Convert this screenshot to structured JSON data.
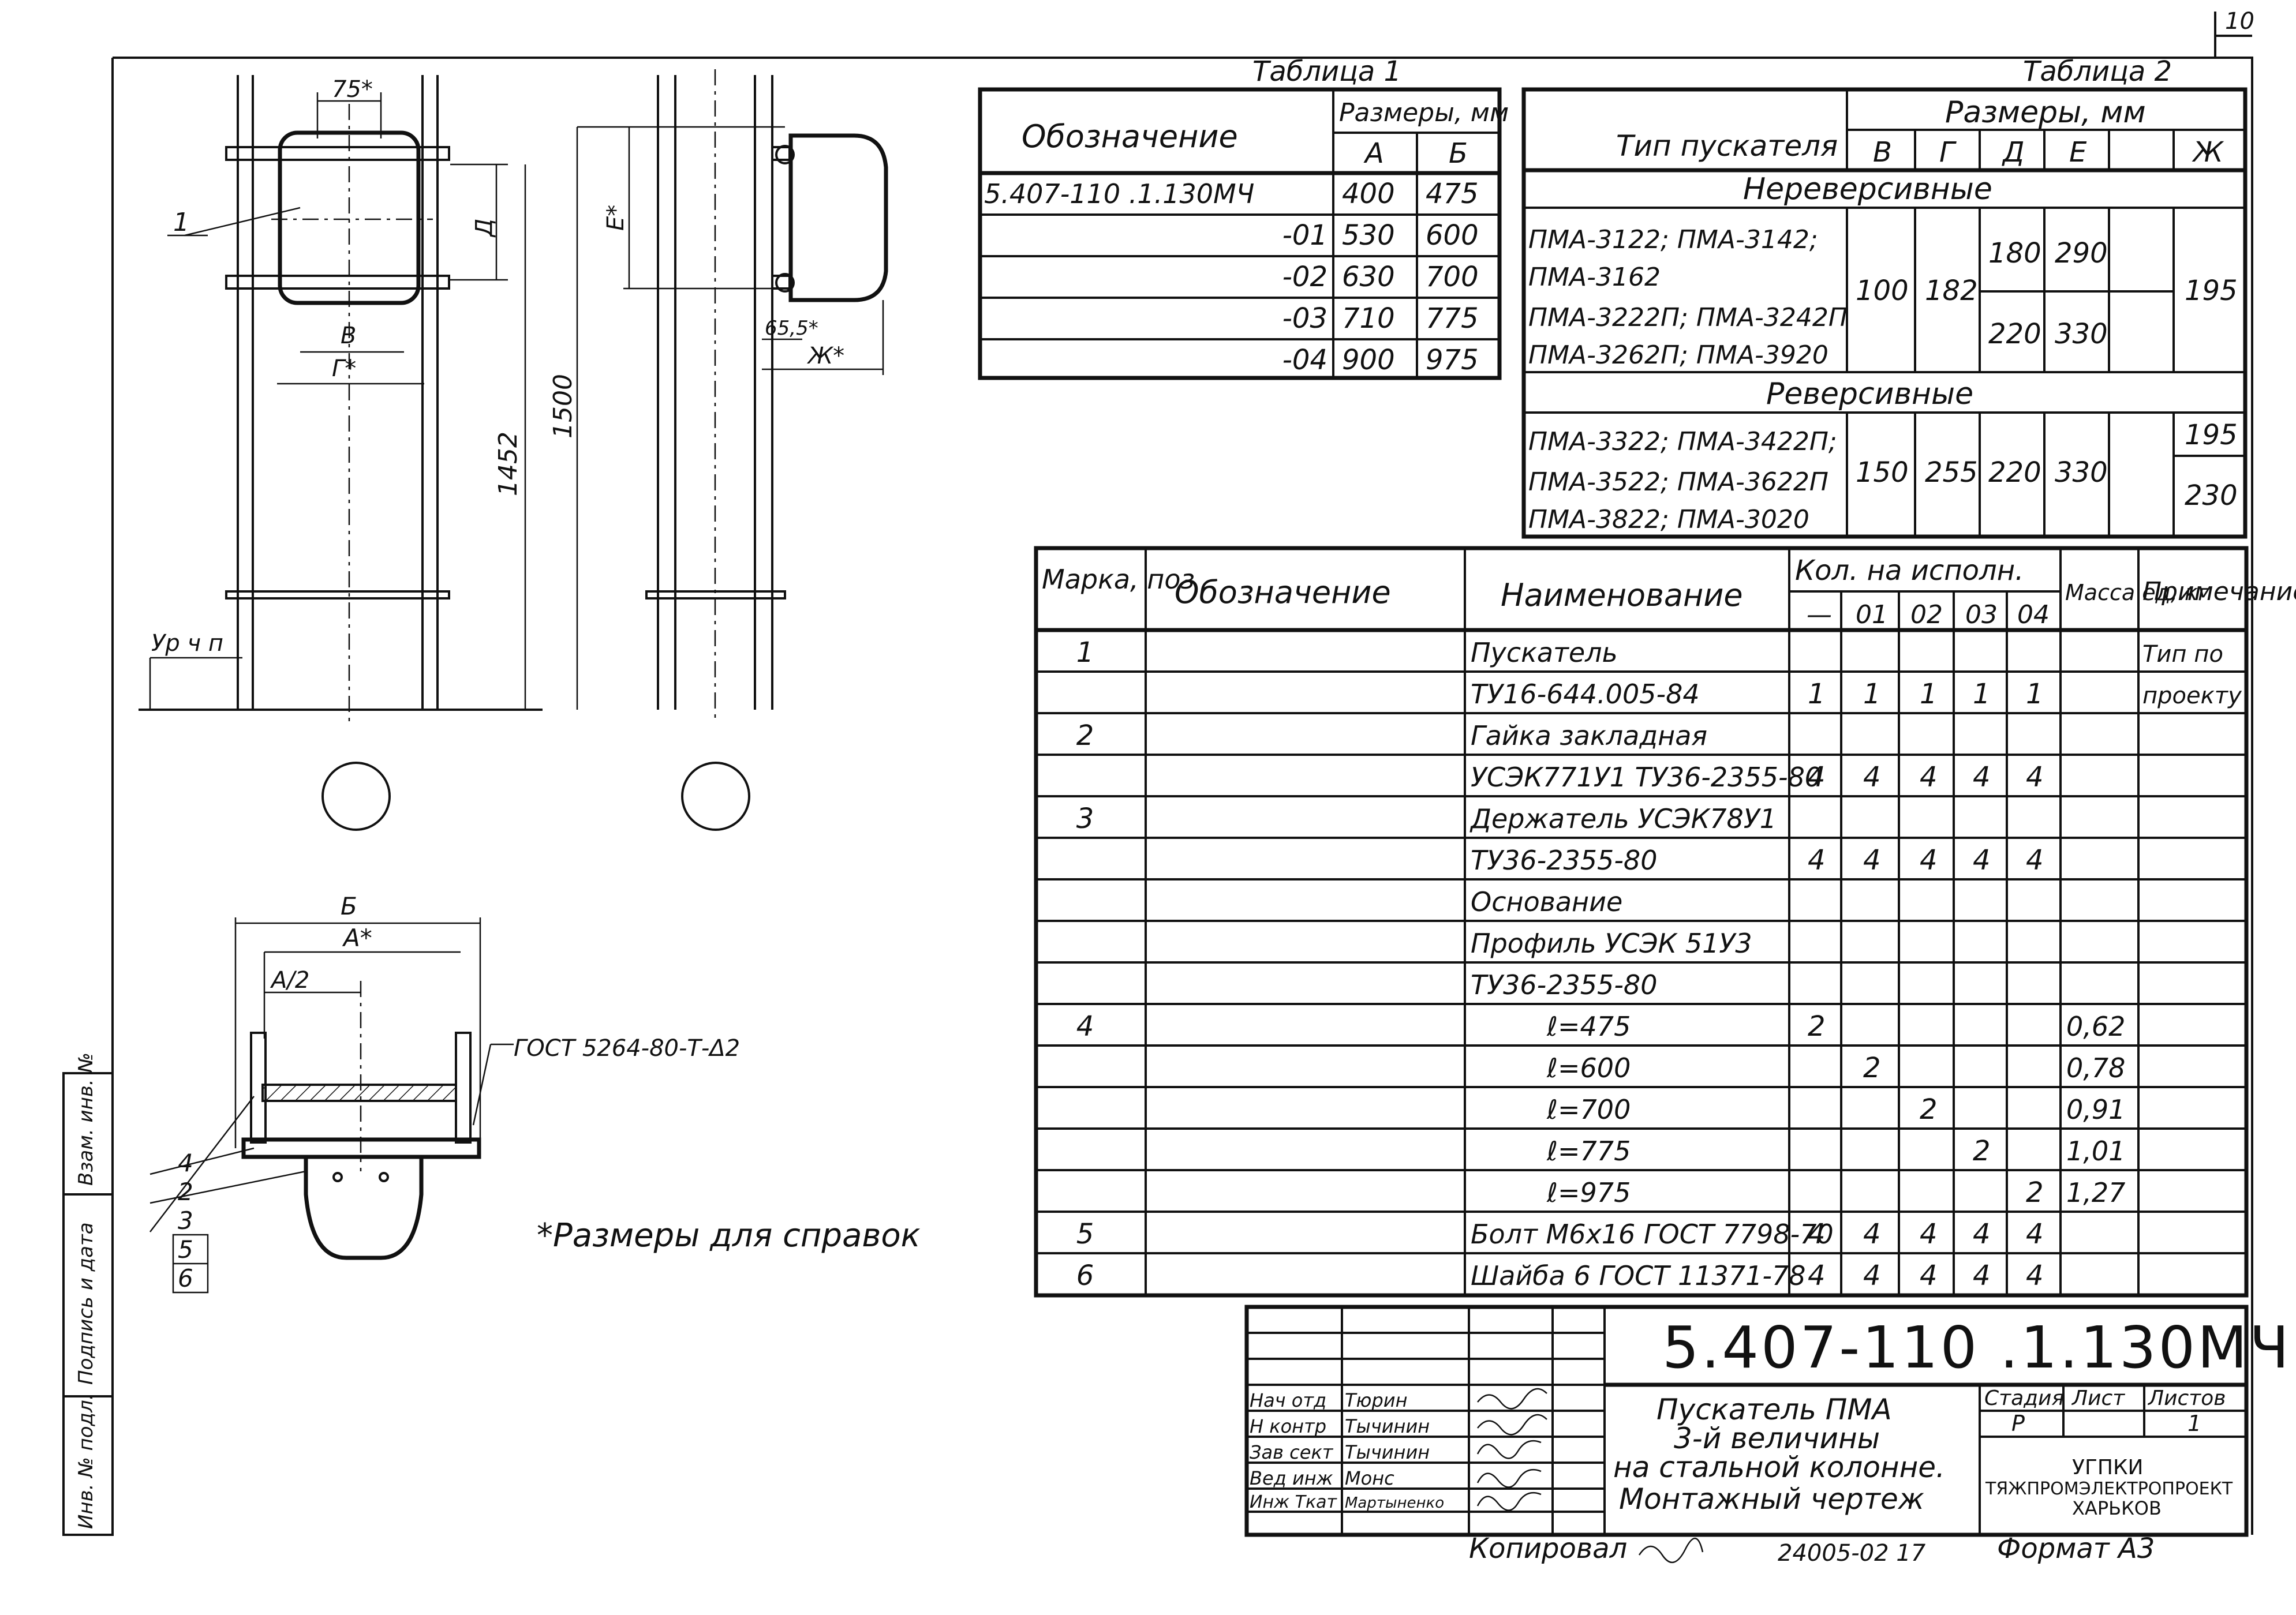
{
  "sheet_number": "10",
  "table1": {
    "caption": "Таблица 1",
    "header_designation": "Обозначение",
    "header_sizes": "Размеры, мм",
    "col_a": "А",
    "col_b": "Б",
    "rows": [
      {
        "designation": "5.407-110 .1.130МЧ",
        "a": "400",
        "b": "475"
      },
      {
        "designation": "-01",
        "a": "530",
        "b": "600"
      },
      {
        "designation": "-02",
        "a": "630",
        "b": "700"
      },
      {
        "designation": "-03",
        "a": "710",
        "b": "775"
      },
      {
        "designation": "-04",
        "a": "900",
        "b": "975"
      }
    ]
  },
  "table2": {
    "caption": "Таблица 2",
    "header_type": "Тип пускателя",
    "header_sizes": "Размеры, мм",
    "cols": [
      "В",
      "Г",
      "Д",
      "Е",
      "Ж"
    ],
    "section_nonrev": "Нереверсивные",
    "nonrev_types": [
      "ПМА-3122; ПМА-3142;",
      "ПМА-3162",
      "ПМА-3222П; ПМА-3242П",
      "ПМА-3262П; ПМА-3920"
    ],
    "nonrev_v": "100",
    "nonrev_g": "182",
    "nonrev_d": [
      "180",
      "220"
    ],
    "nonrev_e": [
      "290",
      "330"
    ],
    "nonrev_zh": "195",
    "section_rev": "Реверсивные",
    "rev_types": [
      "ПМА-3322; ПМА-3422П;",
      "ПМА-3522; ПМА-3622П",
      "ПМА-3822; ПМА-3020"
    ],
    "rev_v": "150",
    "rev_g": "255",
    "rev_d": "220",
    "rev_e": "330",
    "rev_zh": [
      "195",
      "230"
    ]
  },
  "spec": {
    "h_mark": "Марка, поз",
    "h_designation": "Обозначение",
    "h_name": "Наименование",
    "h_qty": "Кол. на исполн.",
    "h_variants": [
      "—",
      "01",
      "02",
      "03",
      "04"
    ],
    "h_mass": "Масса ед, кг",
    "h_note": "Примечание",
    "rows": [
      {
        "pos": "1",
        "name": "Пускатель",
        "q": [
          "",
          "",
          "",
          "",
          ""
        ],
        "mass": "",
        "note": "Тип по"
      },
      {
        "pos": "",
        "name": "ТУ16-644.005-84",
        "q": [
          "1",
          "1",
          "1",
          "1",
          "1"
        ],
        "mass": "",
        "note": "проекту"
      },
      {
        "pos": "2",
        "name": "Гайка закладная",
        "q": [
          "",
          "",
          "",
          "",
          ""
        ],
        "mass": "",
        "note": ""
      },
      {
        "pos": "",
        "name": "УСЭК771У1 ТУ36-2355-80",
        "q": [
          "4",
          "4",
          "4",
          "4",
          "4"
        ],
        "mass": "",
        "note": ""
      },
      {
        "pos": "3",
        "name": "Держатель УСЭК78У1",
        "q": [
          "",
          "",
          "",
          "",
          ""
        ],
        "mass": "",
        "note": ""
      },
      {
        "pos": "",
        "name": "ТУ36-2355-80",
        "q": [
          "4",
          "4",
          "4",
          "4",
          "4"
        ],
        "mass": "",
        "note": ""
      },
      {
        "pos": "",
        "name": "Основание",
        "q": [
          "",
          "",
          "",
          "",
          ""
        ],
        "mass": "",
        "note": ""
      },
      {
        "pos": "",
        "name": "Профиль УСЭК 51У3",
        "q": [
          "",
          "",
          "",
          "",
          ""
        ],
        "mass": "",
        "note": ""
      },
      {
        "pos": "",
        "name": "ТУ36-2355-80",
        "q": [
          "",
          "",
          "",
          "",
          ""
        ],
        "mass": "",
        "note": ""
      },
      {
        "pos": "4",
        "name": "ℓ=475",
        "q": [
          "2",
          "",
          "",
          "",
          ""
        ],
        "mass": "0,62",
        "note": ""
      },
      {
        "pos": "",
        "name": "ℓ=600",
        "q": [
          "",
          "2",
          "",
          "",
          ""
        ],
        "mass": "0,78",
        "note": ""
      },
      {
        "pos": "",
        "name": "ℓ=700",
        "q": [
          "",
          "",
          "2",
          "",
          ""
        ],
        "mass": "0,91",
        "note": ""
      },
      {
        "pos": "",
        "name": "ℓ=775",
        "q": [
          "",
          "",
          "",
          "2",
          ""
        ],
        "mass": "1,01",
        "note": ""
      },
      {
        "pos": "",
        "name": "ℓ=975",
        "q": [
          "",
          "",
          "",
          "",
          "2"
        ],
        "mass": "1,27",
        "note": ""
      },
      {
        "pos": "5",
        "name": "Болт М6х16 ГОСТ 7798-70",
        "q": [
          "4",
          "4",
          "4",
          "4",
          "4"
        ],
        "mass": "",
        "note": ""
      },
      {
        "pos": "6",
        "name": "Шайба 6 ГОСТ 11371-78",
        "q": [
          "4",
          "4",
          "4",
          "4",
          "4"
        ],
        "mass": "",
        "note": ""
      }
    ]
  },
  "drawing": {
    "dim_75": "75*",
    "dim_v": "В",
    "dim_g": "Г*",
    "dim_d": "Д",
    "dim_1452": "1452",
    "dim_1500": "1500",
    "dim_e": "Е*",
    "dim_655": "65,5*",
    "dim_zh": "Ж*",
    "label_1": "1",
    "level_label": "Ур ч п",
    "dim_b": "Б",
    "dim_a": "А*",
    "dim_a2": "А/2",
    "gost_weld": "ГОСТ 5264-80-Т-Δ2",
    "positions": [
      "4",
      "2",
      "3",
      "5",
      "6"
    ],
    "note_ref": "*Размеры для справок"
  },
  "side_stamp": [
    "Инв. № подл.",
    "Подпись и дата",
    "Взам. инв. №"
  ],
  "title_block": {
    "code": "5.407-110 .1.130МЧ",
    "title": [
      "Пускатель ПМА",
      "3-й величины",
      "на стальной колонне.",
      "Монтажный чертеж"
    ],
    "roles": [
      "Нач отд",
      "Н контр",
      "Зав сект",
      "Вед инж",
      "Инж Ткат"
    ],
    "names": [
      "Тюрин",
      "Тычинин",
      "Тычинин",
      "Монс",
      "Мартыненко"
    ],
    "stage_h": "Стадия",
    "sheet_h": "Лист",
    "sheets_h": "Листов",
    "stage": "Р",
    "sheets": "1",
    "org": [
      "УГПКИ",
      "ТЯЖПРОМЭЛЕКТРОПРОЕКТ",
      "ХАРЬКОВ"
    ]
  },
  "footer": {
    "copied": "Копировал",
    "order": "24005-02 17",
    "format": "Формат А3"
  }
}
